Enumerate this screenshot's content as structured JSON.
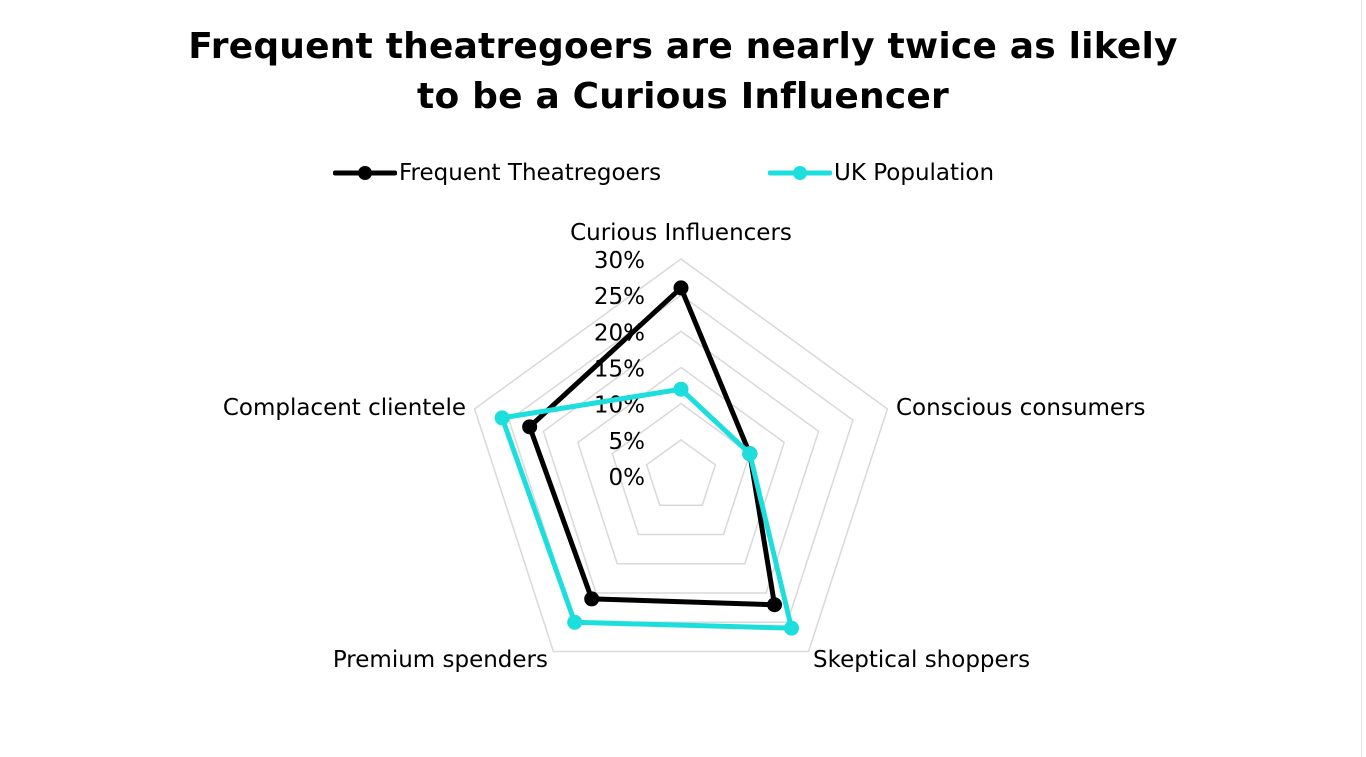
{
  "title": {
    "line1": "Frequent theatregoers are nearly twice as likely",
    "line2": "to be a Curious Influencer"
  },
  "legend": [
    {
      "label": "Frequent Theatregoers",
      "color": "#000000"
    },
    {
      "label": "UK Population",
      "color": "#1CDEDC"
    }
  ],
  "chart_data": {
    "type": "radar",
    "title": "Frequent theatregoers are nearly twice as likely to be a Curious Influencer",
    "categories": [
      "Curious Influencers",
      "Conscious consumers",
      "Skeptical shoppers",
      "Premium spenders",
      "Complacent clientele"
    ],
    "series": [
      {
        "name": "Frequent Theatregoers",
        "color": "#000000",
        "values": [
          26,
          10,
          22,
          21,
          22
        ]
      },
      {
        "name": "UK Population",
        "color": "#1CDEDC",
        "values": [
          12,
          10,
          26,
          25,
          26
        ]
      }
    ],
    "radial_ticks": [
      "0%",
      "5%",
      "10%",
      "15%",
      "20%",
      "25%",
      "30%"
    ],
    "rlim": [
      0,
      30
    ],
    "unit": "%",
    "grid": true,
    "legend_position": "top"
  }
}
